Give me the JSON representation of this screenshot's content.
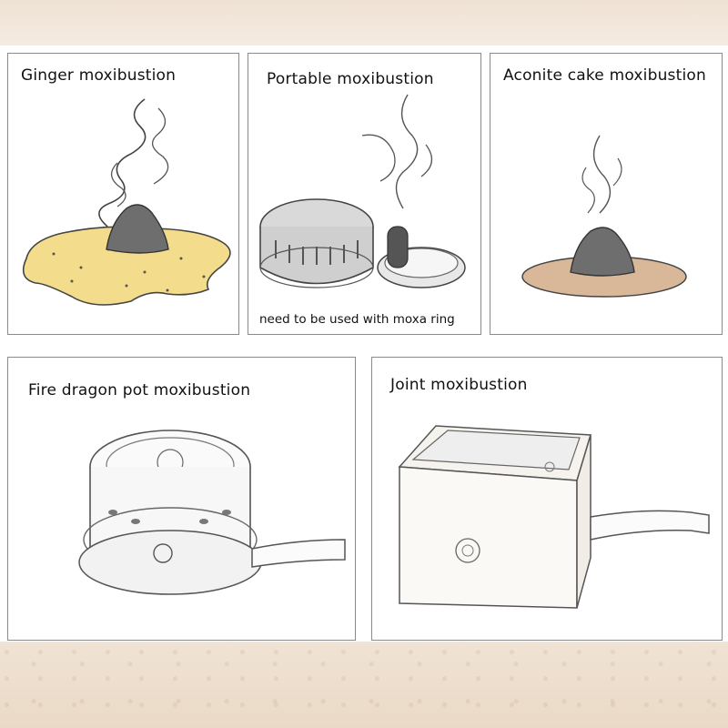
{
  "panels": [
    {
      "title": "Ginger moxibustion",
      "icon": "ginger-moxa-illustration"
    },
    {
      "title": "Portable moxibustion",
      "note": "need to be used with moxa ring",
      "icon": "portable-moxa-box-illustration"
    },
    {
      "title": "Aconite cake moxibustion",
      "icon": "aconite-cake-moxa-illustration"
    },
    {
      "title": "Fire dragon pot moxibustion",
      "icon": "fire-dragon-pot-illustration"
    },
    {
      "title": "Joint moxibustion",
      "icon": "joint-moxa-box-illustration"
    }
  ],
  "colors": {
    "background": "#f1e6da",
    "border": "#8a8a8a",
    "ginger": "#f3dc8c",
    "aconite": "#d9b89a",
    "moxa": "#6e6e6e"
  }
}
